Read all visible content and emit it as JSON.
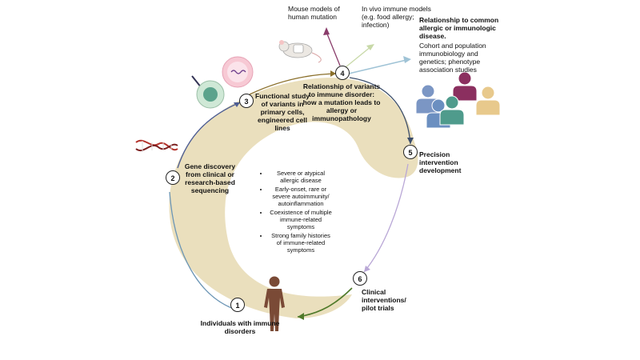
{
  "steps": [
    {
      "num": "1",
      "label": "Individuals with immune disorders"
    },
    {
      "num": "2",
      "label": "Gene discovery from clinical or research-based sequencing"
    },
    {
      "num": "3",
      "label": "Functional study of variants in primary cells, engineered cell lines"
    },
    {
      "num": "4",
      "label": "Relationship of variants to immune disorder: how a mutation leads to allergy or immunopathology"
    },
    {
      "num": "5",
      "label": "Precision intervention development"
    },
    {
      "num": "6",
      "label": "Clinical interventions/ pilot trials"
    }
  ],
  "branches": {
    "mouse": "Mouse models of human mutation",
    "invivo": "In vivo immune models (e.g. food allergy; infection)",
    "relationship_title": "Relationship to common allergic or immunologic disease.",
    "relationship_body": "Cohort and population immunobiology and genetics; phenotype association studies"
  },
  "criteria": [
    "Severe or atypical allergic disease",
    "Early-onset, rare or severe autoimmunity/ autoinflammation",
    "Coexistence of multiple immune-related symptoms",
    "Strong family histories of immune-related symptoms"
  ],
  "colors": {
    "loop": "#eadfbd",
    "people": [
      "#7b96c4",
      "#8b2f5f",
      "#4f9b8c",
      "#e8c98c",
      "#6b8fc0"
    ]
  }
}
